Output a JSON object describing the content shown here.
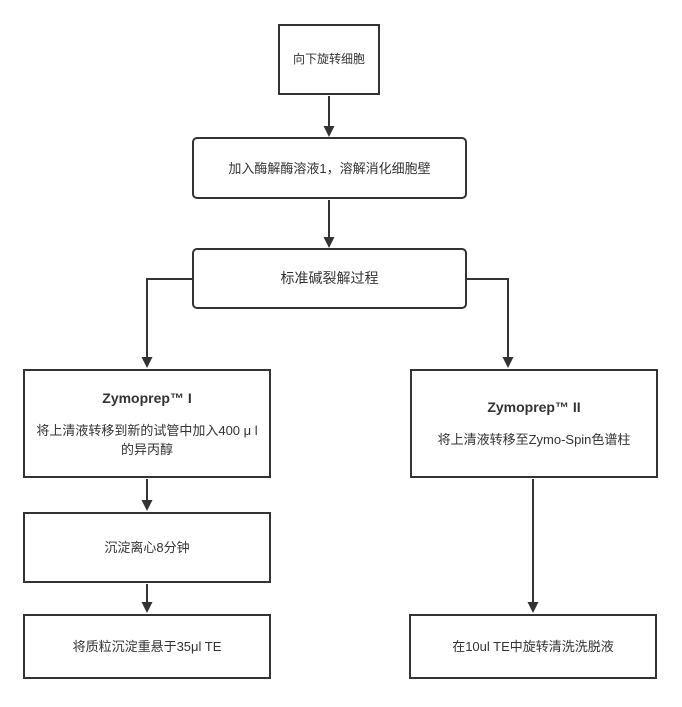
{
  "page": {
    "background_color": "#ffffff"
  },
  "diagram": {
    "type": "flowchart",
    "line_color": "#333333",
    "text_color": "#333333",
    "box_fill": "#ffffff",
    "nodes": {
      "spin_down_cells": {
        "label": "向下旋转细胞"
      },
      "add_zymolyase": {
        "label": "加入酶解酶溶液1，溶解消化细胞壁"
      },
      "alkaline_lysis": {
        "label": "标准碱裂解过程"
      },
      "zymoprep_i": {
        "title": "Zymoprep™ I",
        "body": "将上清液转移到新的试管中加入400 μ l\n的异丙醇"
      },
      "zymoprep_ii": {
        "title": "Zymoprep™ II",
        "body": "将上清液转移至Zymo-Spin色谱柱"
      },
      "pellet_centrifuge": {
        "label": "沉淀离心8分钟"
      },
      "resuspend_pellet": {
        "label": "将质粒沉淀重悬于35μl TE"
      },
      "spin_wash_elute": {
        "label": "在10ul TE中旋转清洗洗脱液"
      }
    },
    "edges": [
      {
        "from": "spin_down_cells",
        "to": "add_zymolyase"
      },
      {
        "from": "add_zymolyase",
        "to": "alkaline_lysis"
      },
      {
        "from": "alkaline_lysis",
        "to": "zymoprep_i"
      },
      {
        "from": "alkaline_lysis",
        "to": "zymoprep_ii"
      },
      {
        "from": "zymoprep_i",
        "to": "pellet_centrifuge"
      },
      {
        "from": "pellet_centrifuge",
        "to": "resuspend_pellet"
      },
      {
        "from": "zymoprep_ii",
        "to": "spin_wash_elute"
      }
    ]
  }
}
